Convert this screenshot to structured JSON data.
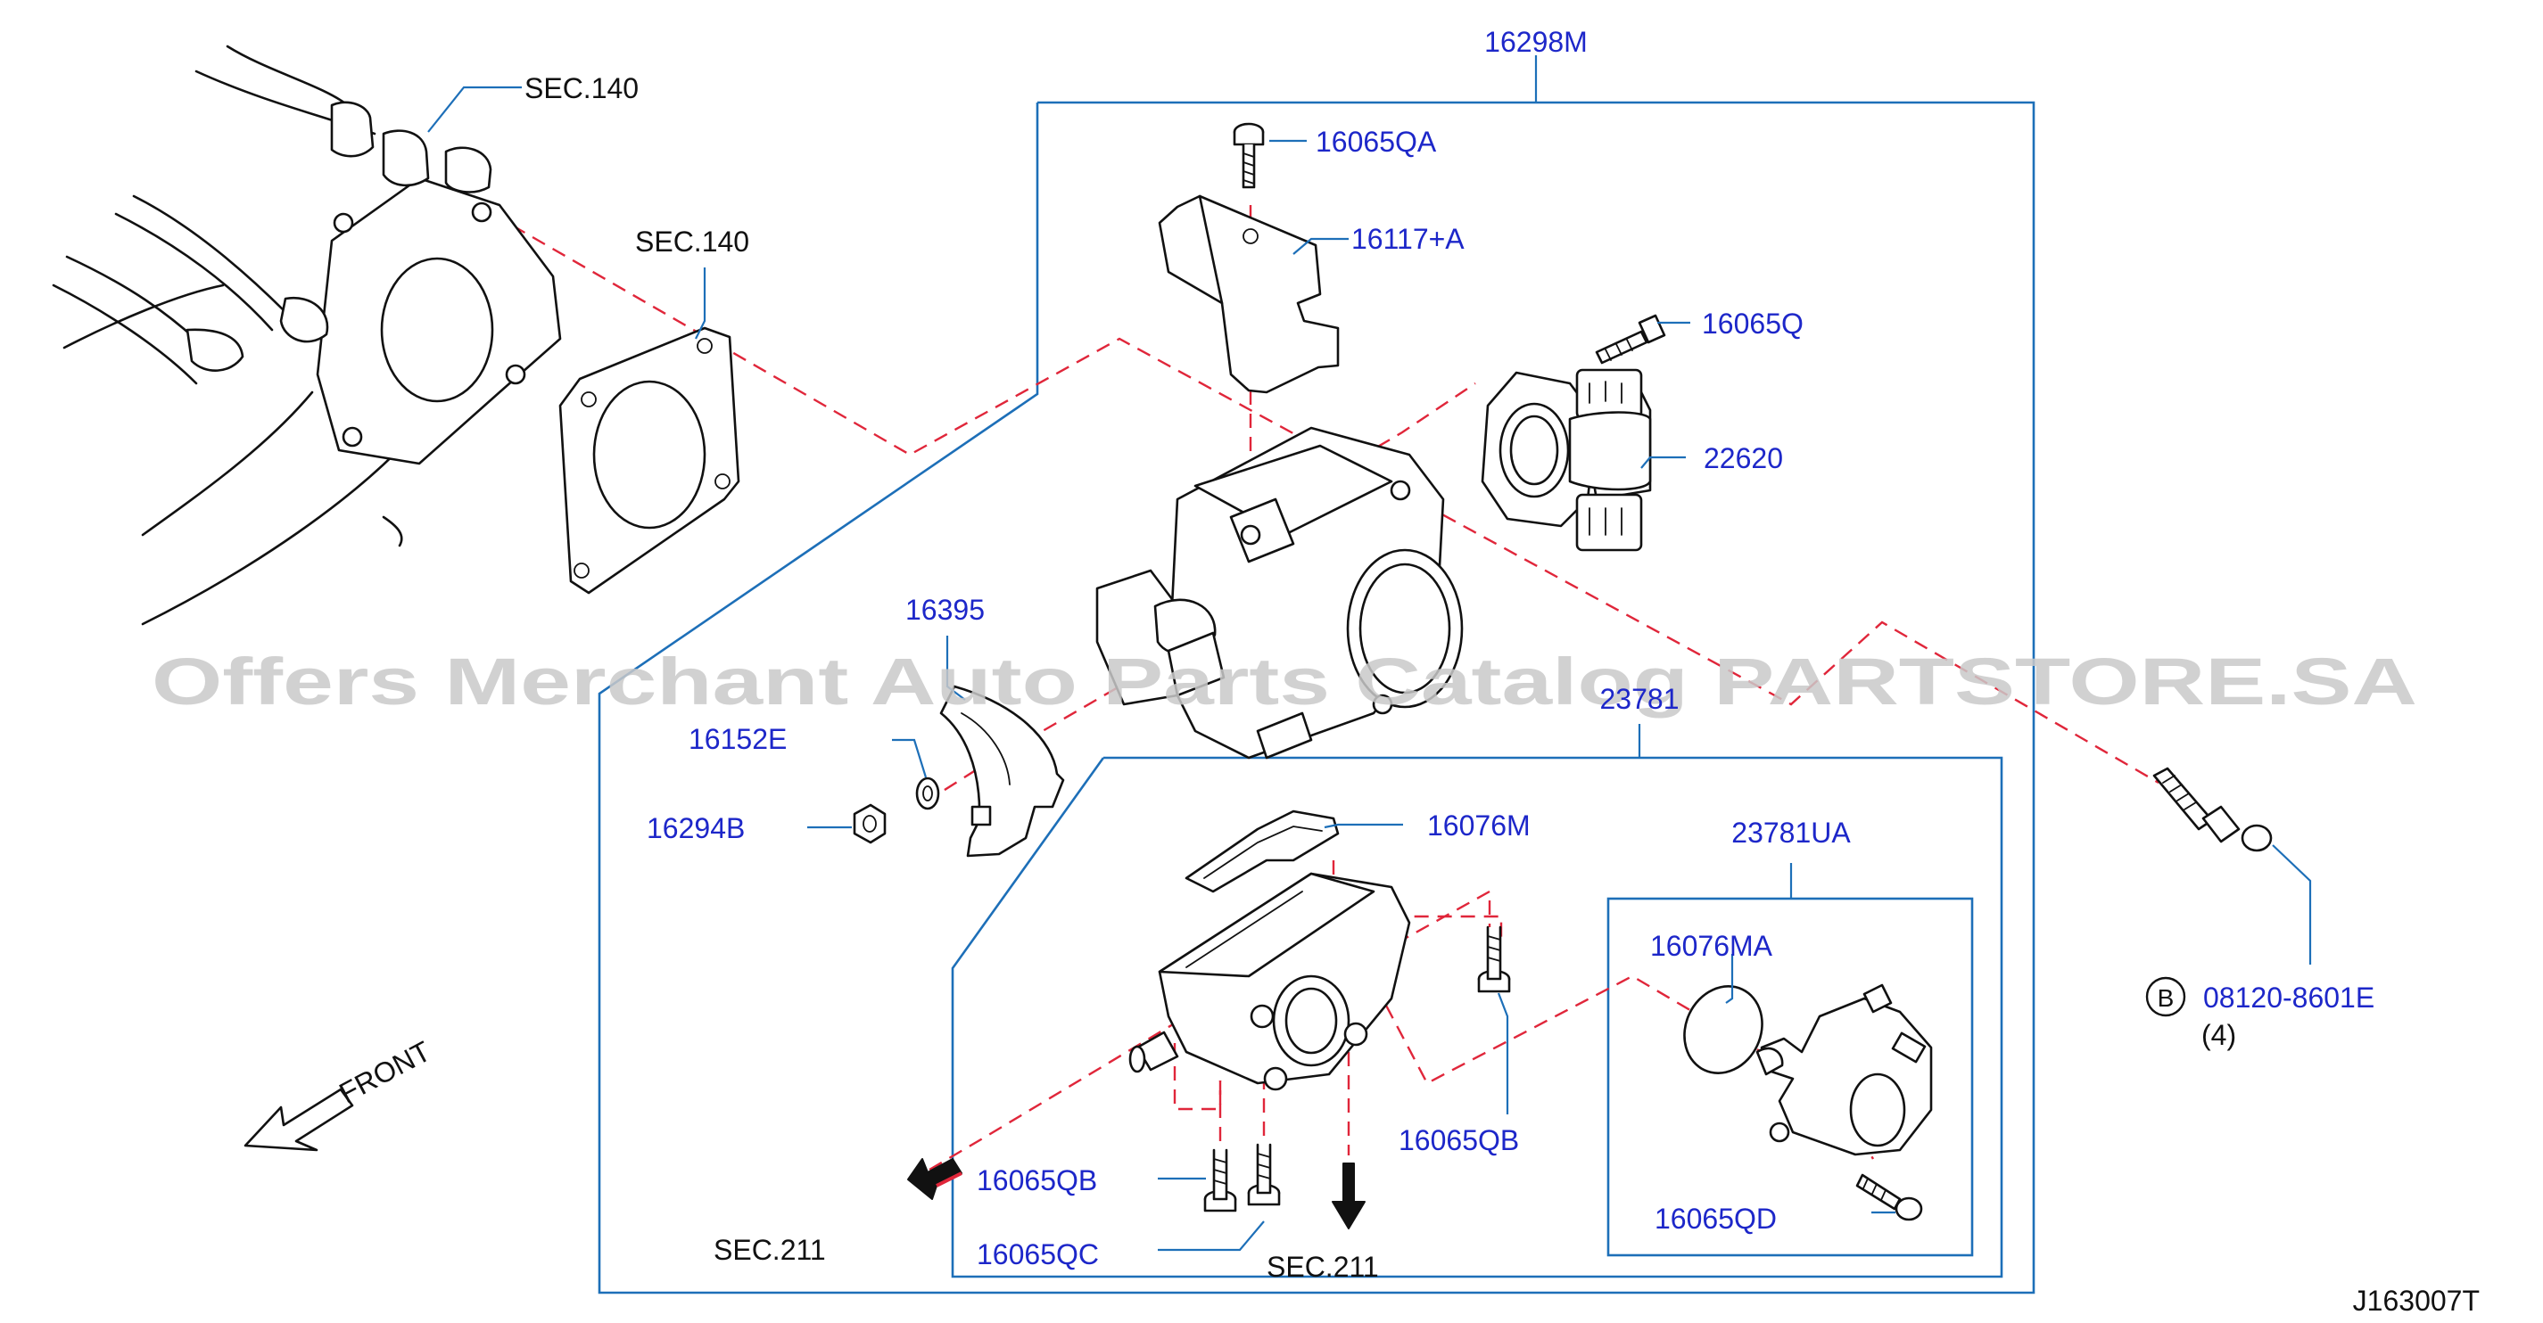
{
  "diagram_code": "J163007T",
  "watermark": "Offers Merchant Auto Parts Catalog PARTSTORE.SA",
  "sections": {
    "sec140_manifold": "SEC.140",
    "sec140_gasket": "SEC.140",
    "sec211_left": "SEC.211",
    "sec211_right": "SEC.211"
  },
  "front_label": "FRONT",
  "parts": {
    "p16298M": "16298M",
    "p16065QA": "16065QA",
    "p16117A": "16117+A",
    "p16065Q": "16065Q",
    "p22620": "22620",
    "p16395": "16395",
    "p16152E": "16152E",
    "p16294B": "16294B",
    "p23781": "23781",
    "p16076M": "16076M",
    "p23781UA": "23781UA",
    "p16076MA": "16076MA",
    "p16065QB_right": "16065QB",
    "p16065QB_left": "16065QB",
    "p16065QC": "16065QC",
    "p16065QD": "16065QD",
    "p08120": "08120-8601E",
    "p08120_qty": "(4)",
    "p08120_marker": "B"
  },
  "colors": {
    "part_number": "#1d27c9",
    "leader_box": "#1d6fb8",
    "centerline": "#e0263a",
    "watermark": "#c9c9c9"
  }
}
